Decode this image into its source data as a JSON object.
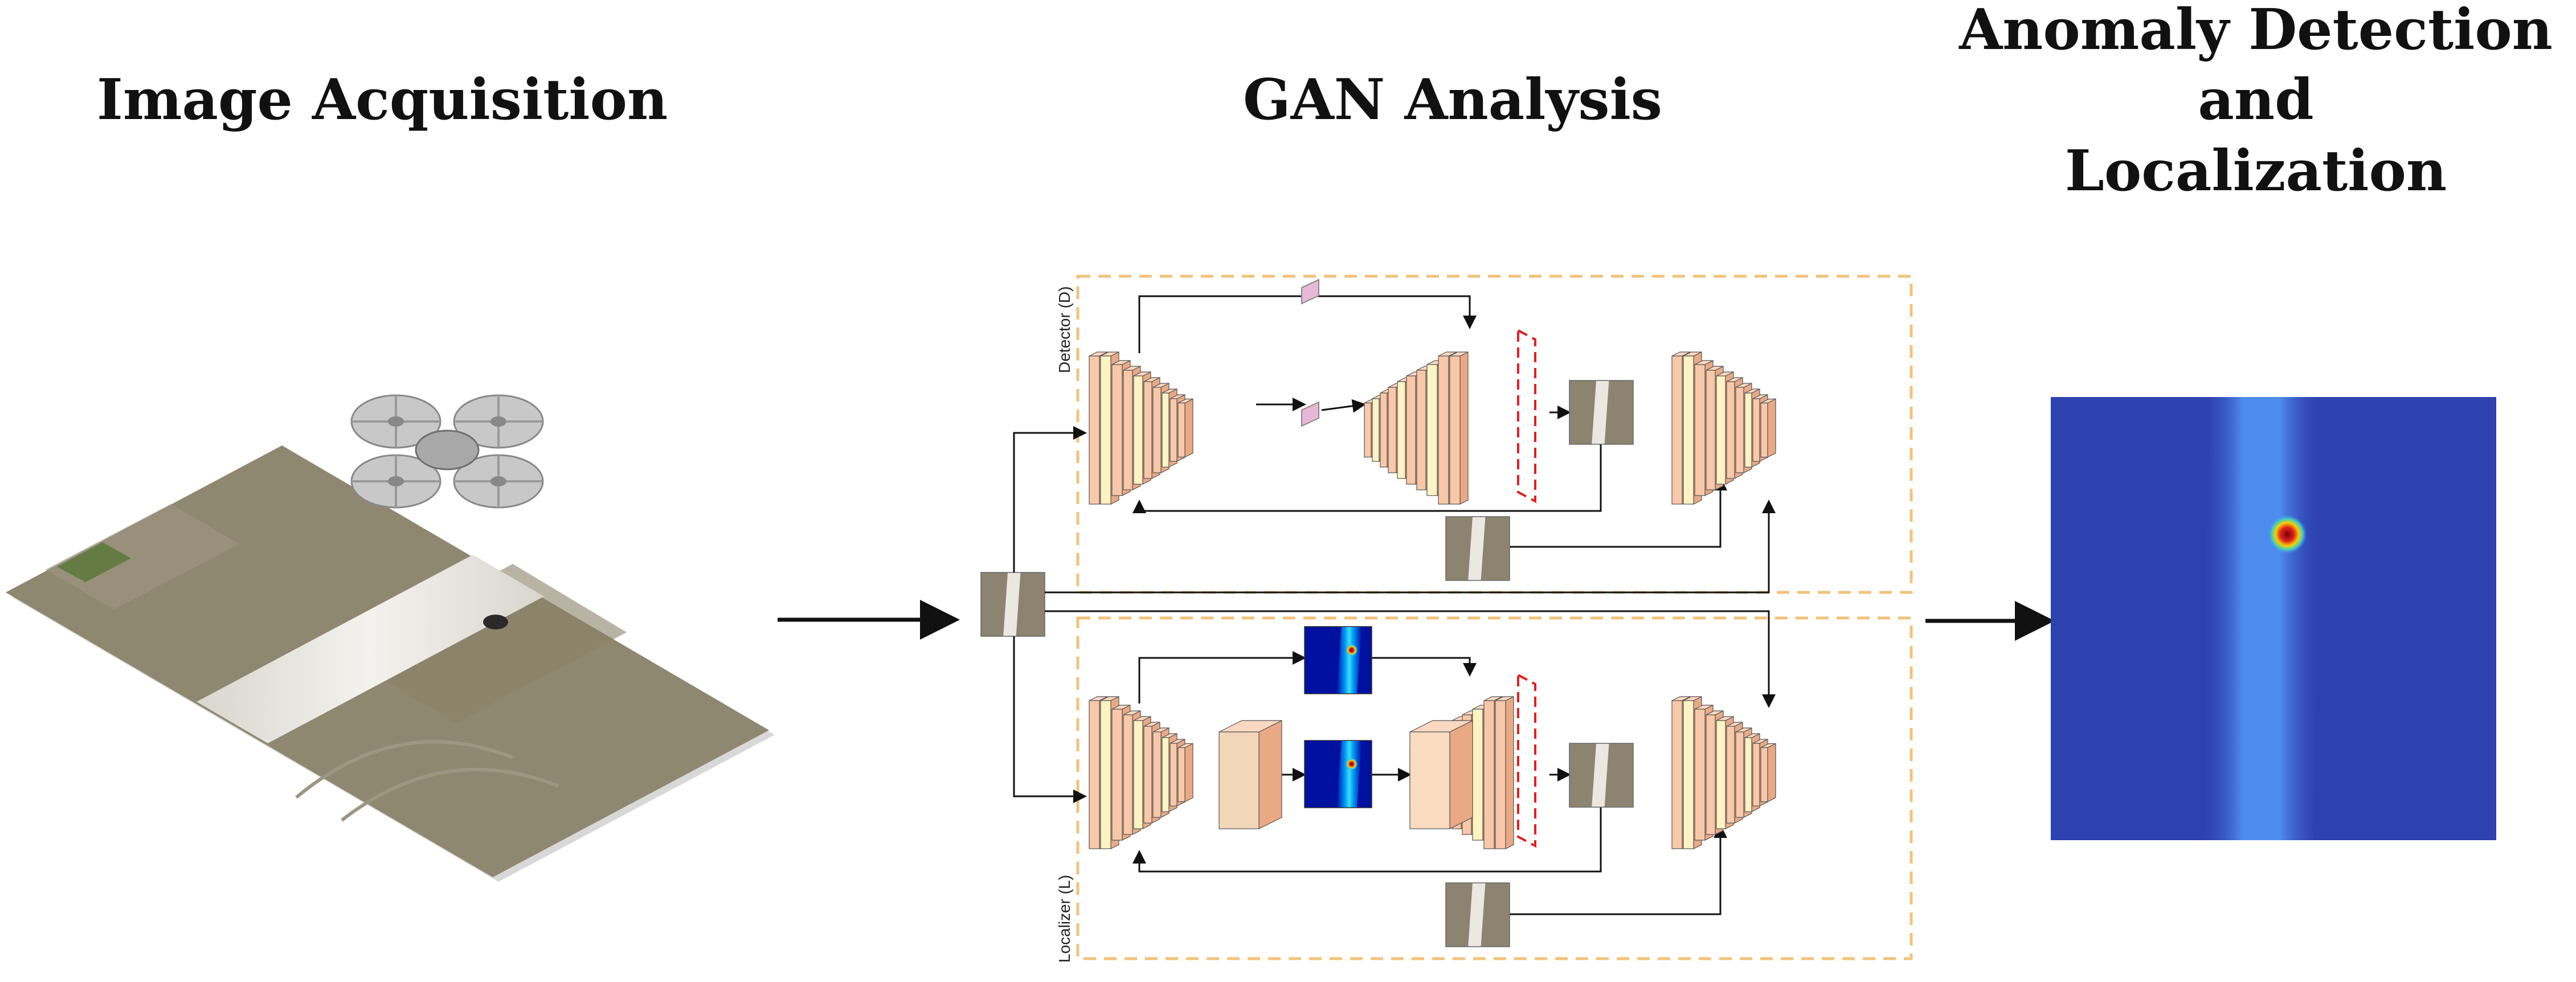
{
  "stages": {
    "acquisition": {
      "title": "Image Acquisition"
    },
    "gan": {
      "title": "GAN Analysis"
    },
    "output": {
      "title_lines": [
        "Anomaly Detection",
        "and",
        "Localization"
      ]
    }
  },
  "gan_boxes": {
    "detector": {
      "label": "Detector (D)"
    },
    "localizer": {
      "label": "Localizer (L)"
    }
  },
  "colors": {
    "box_border": "#f2c27a",
    "layer_fill": "#f9c8a8",
    "layer_light": "#fff3c4",
    "layer_stroke": "#555555",
    "skip_block": "#e7b8d8",
    "dashed_red": "#e02020",
    "heatmap_bg": "#2c3fa8",
    "heatmap_stripe": "#4f8ff2",
    "anomaly": "#e02020",
    "grass": "#8c8470",
    "road": "#ebe8e2"
  },
  "icons": {
    "drone": "quadcopter-drone-icon",
    "arrow": "right-arrow-icon"
  }
}
